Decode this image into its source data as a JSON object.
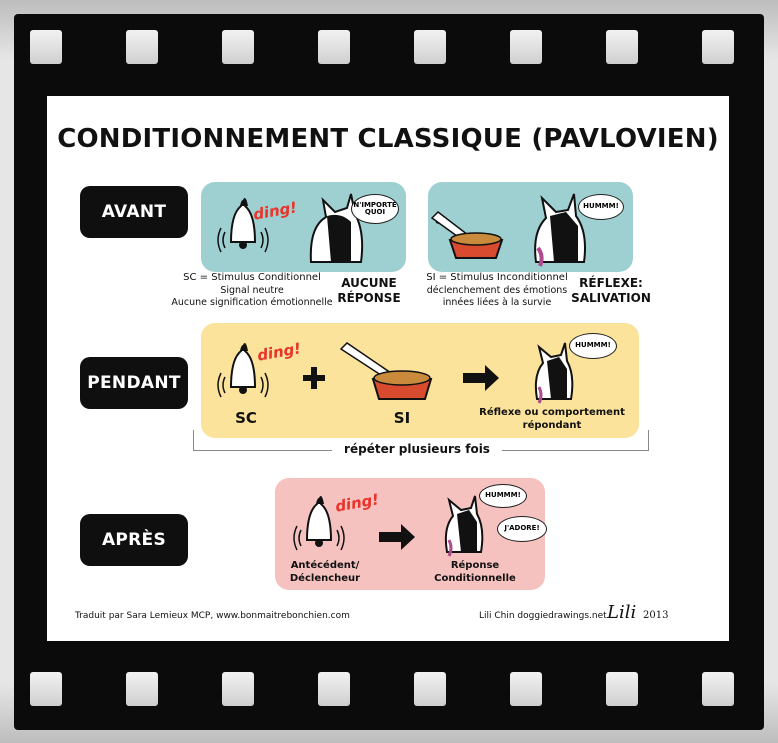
{
  "title": "CONDITIONNEMENT CLASSIQUE (PAVLOVIEN)",
  "stages": {
    "avant": {
      "label": "AVANT",
      "left": {
        "ding": "ding!",
        "bubble": "N'IMPORTE QUOI",
        "caption_1": "SC = Stimulus Conditionnel",
        "caption_2": "Signal neutre",
        "caption_3": "Aucune signification émotionnelle",
        "result_1": "AUCUNE",
        "result_2": "RÉPONSE"
      },
      "right": {
        "bubble": "HUMMM!",
        "caption_1": "SI = Stimulus Inconditionnel",
        "caption_2": "déclenchement des émotions",
        "caption_3": "innées liées à la survie",
        "result_1": "RÉFLEXE:",
        "result_2": "SALIVATION"
      }
    },
    "pendant": {
      "label": "PENDANT",
      "ding": "ding!",
      "sc": "SC",
      "si": "SI",
      "bubble": "HUMMM!",
      "response_1": "Réflexe ou comportement",
      "response_2": "répondant",
      "repeat": "répéter plusieurs fois"
    },
    "apres": {
      "label": "APRÈS",
      "ding": "ding!",
      "bubble_1": "HUMMM!",
      "bubble_2": "J'ADORE!",
      "antecedent_1": "Antécédent/",
      "antecedent_2": "Déclencheur",
      "response_1": "Réponse",
      "response_2": "Conditionnelle"
    }
  },
  "footer": {
    "translator": "Traduit par Sara Lemieux MCP, www.bonmaitrebonchien.com",
    "credit": "Lili Chin doggiedrawings.net",
    "signature": "Lili",
    "year": "2013"
  },
  "colors": {
    "teal": "#9fd0d1",
    "yellow": "#fbe39b",
    "pink": "#f6c2c0",
    "ding_red": "#e8342a"
  }
}
